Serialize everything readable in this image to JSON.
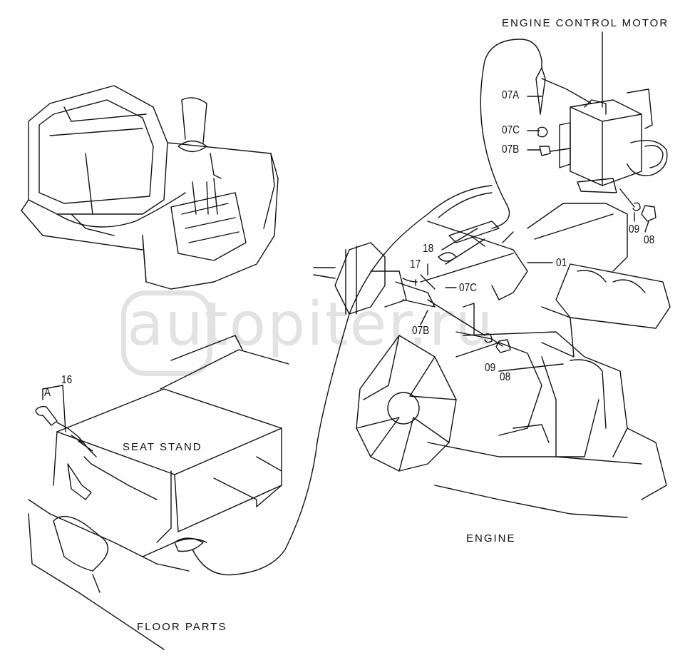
{
  "labels": {
    "engine_control_motor": "ENGINE  CONTROL  MOTOR",
    "seat_stand": "SEAT  STAND",
    "engine": "ENGINE",
    "floor_parts": "FLOOR  PARTS"
  },
  "parts": {
    "p07a": "07A",
    "p07c_top": "07C",
    "p07b_top": "07B",
    "p09_top": "09",
    "p08_top": "08",
    "p01": "01",
    "p18": "18",
    "p17": "17",
    "p07c_mid": "07C",
    "p07b_mid": "07B",
    "p09_bot": "09",
    "p08_bot": "08",
    "p16": "16",
    "pA": "A"
  },
  "watermark": {
    "text": "autopiter.ru"
  }
}
